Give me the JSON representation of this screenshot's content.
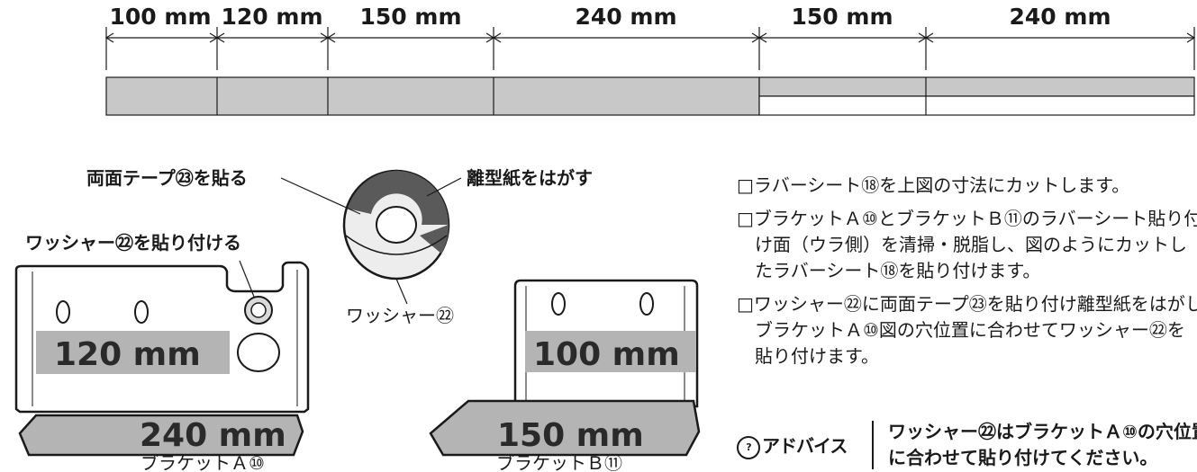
{
  "colors": {
    "strip": "#c8c8c8",
    "rubber": "#b4b4b4",
    "washer_dark": "#5a5a5a",
    "line": "#1a1a1a"
  },
  "strip_dimensions": [
    "100 mm",
    "120 mm",
    "150 mm",
    "240 mm",
    "150 mm",
    "240 mm"
  ],
  "callouts": {
    "tape": "両面テープ㉓を貼る",
    "release_paper": "離型紙をはがす",
    "attach_washer": "ワッシャー㉒を貼り付ける",
    "washer": "ワッシャー㉒"
  },
  "bracket_a": {
    "label": "ブラケットＡ⑩",
    "upper": "120 mm",
    "lower": "240 mm"
  },
  "bracket_b": {
    "label": "ブラケットＢ⑪",
    "upper": "100 mm",
    "lower": "150 mm"
  },
  "instructions": [
    {
      "lines": [
        "□ラバーシート⑱を上図の寸法にカットします。"
      ]
    },
    {
      "lines": [
        "□ブラケットＡ⑩とブラケットＢ⑪のラバーシート貼り付",
        "け面（ウラ側）を清掃・脱脂し、図のようにカットし",
        "たラバーシート⑱を貼り付けます。"
      ]
    },
    {
      "lines": [
        "□ワッシャー㉒に両面テープ㉓を貼り付け離型紙をはがし、",
        "ブラケットＡ⑩図の穴位置に合わせてワッシャー㉒を",
        "貼り付けます。"
      ]
    }
  ],
  "advice": {
    "logo": "アドバイス",
    "lines": [
      "ワッシャー㉒はブラケットＡ⑩の穴位置",
      "に合わせて貼り付けてください。"
    ]
  }
}
